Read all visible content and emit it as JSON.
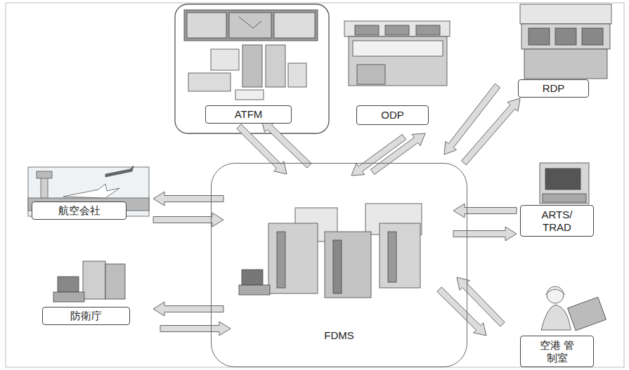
{
  "diagram": {
    "nodes": [
      {
        "text": [
          "ATFM"
        ]
      },
      {
        "text": [
          "ODP"
        ]
      },
      {
        "text": [
          "RDP"
        ]
      },
      {
        "text": [
          "航空会社"
        ]
      },
      {
        "text": [
          "ARTS/ TRAD"
        ]
      },
      {
        "text": [
          "FDMS"
        ]
      },
      {
        "text": [
          "防衛庁"
        ]
      },
      {
        "text": [
          "空港 管制室"
        ]
      }
    ],
    "edges": [
      {
        "from": 0,
        "to": 5,
        "arrow": "to"
      },
      {
        "from": 5,
        "to": 0,
        "arrow": "to"
      },
      {
        "from": 1,
        "to": 5,
        "arrow": "to"
      },
      {
        "from": 5,
        "to": 1,
        "arrow": "to"
      },
      {
        "from": 2,
        "to": 5,
        "arrow": "to"
      },
      {
        "from": 5,
        "to": 2,
        "arrow": "to"
      },
      {
        "from": 5,
        "to": 3,
        "arrow": "to"
      },
      {
        "from": 3,
        "to": 5,
        "arrow": "to"
      },
      {
        "from": 4,
        "to": 5,
        "arrow": "to"
      },
      {
        "from": 5,
        "to": 4,
        "arrow": "to"
      },
      {
        "from": 5,
        "to": 6,
        "arrow": "to"
      },
      {
        "from": 6,
        "to": 5,
        "arrow": "to"
      },
      {
        "from": 5,
        "to": 7,
        "arrow": "to"
      },
      {
        "from": 7,
        "to": 5,
        "arrow": "to"
      }
    ]
  }
}
